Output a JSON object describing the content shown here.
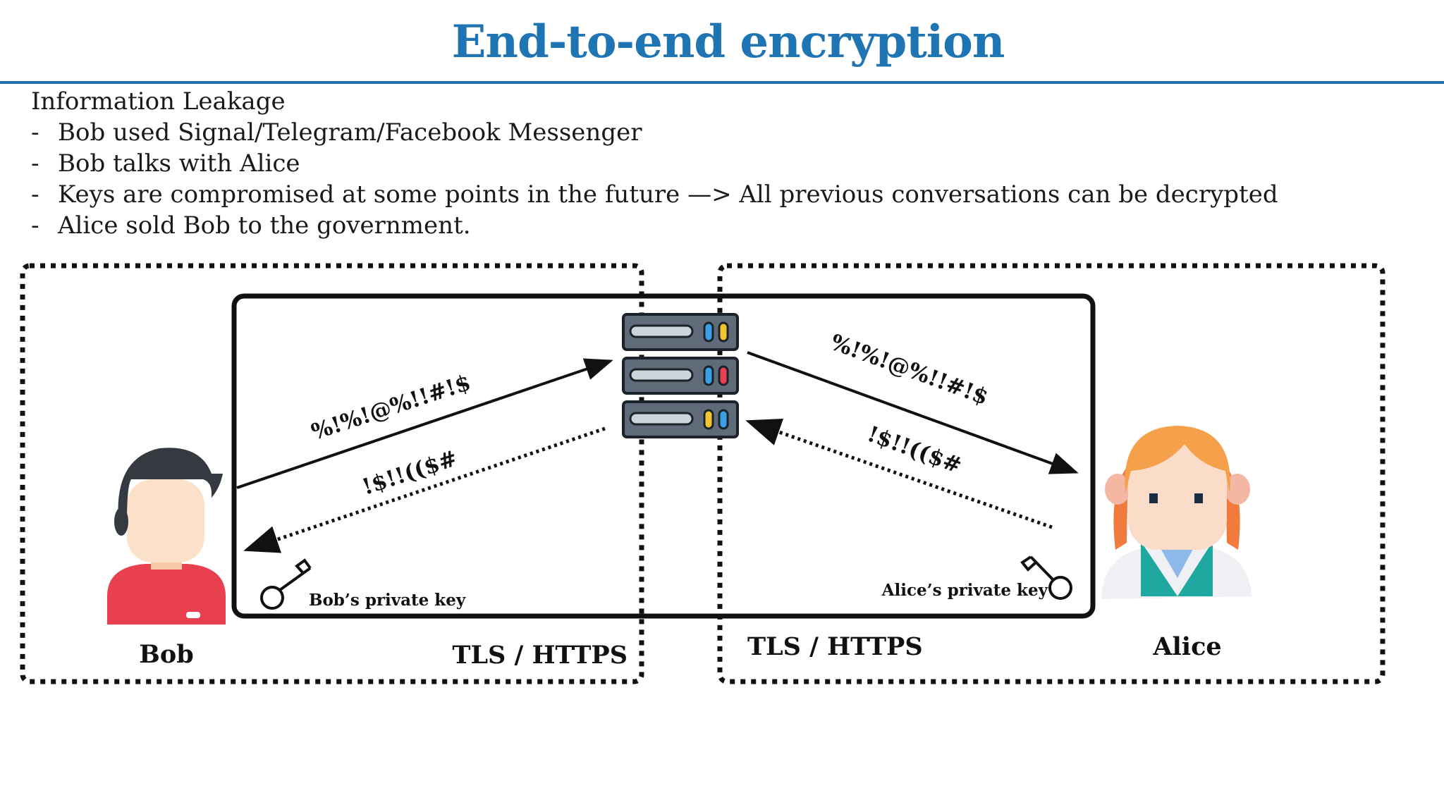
{
  "title": "End-to-end encryption",
  "bullets": {
    "heading": "Information Leakage",
    "items": [
      "Bob used Signal/Telegram/Facebook Messenger",
      "Bob talks with Alice",
      "Keys are compromised at some points in the future —> All previous conversations can be decrypted",
      "Alice sold Bob to the government."
    ]
  },
  "diagram": {
    "bob_label": "Bob",
    "alice_label": "Alice",
    "tls_left": "TLS / HTTPS",
    "tls_right": "TLS / HTTPS",
    "bob_key_label": "Bob’s private key",
    "alice_key_label": "Alice’s private key",
    "cipher_bob_to_server": "%!%!@%!!#!$",
    "cipher_server_to_bob": "!$!!(($#",
    "cipher_server_to_alice": "%!%!@%!!#!$",
    "cipher_alice_to_server": "!$!!(($#"
  },
  "colors": {
    "accent": "#1f74b3",
    "bob_shirt": "#e8404f",
    "alice_hair": "#f5a04a",
    "alice_vest": "#1ea8a0",
    "server_body": "#5f6b78"
  }
}
